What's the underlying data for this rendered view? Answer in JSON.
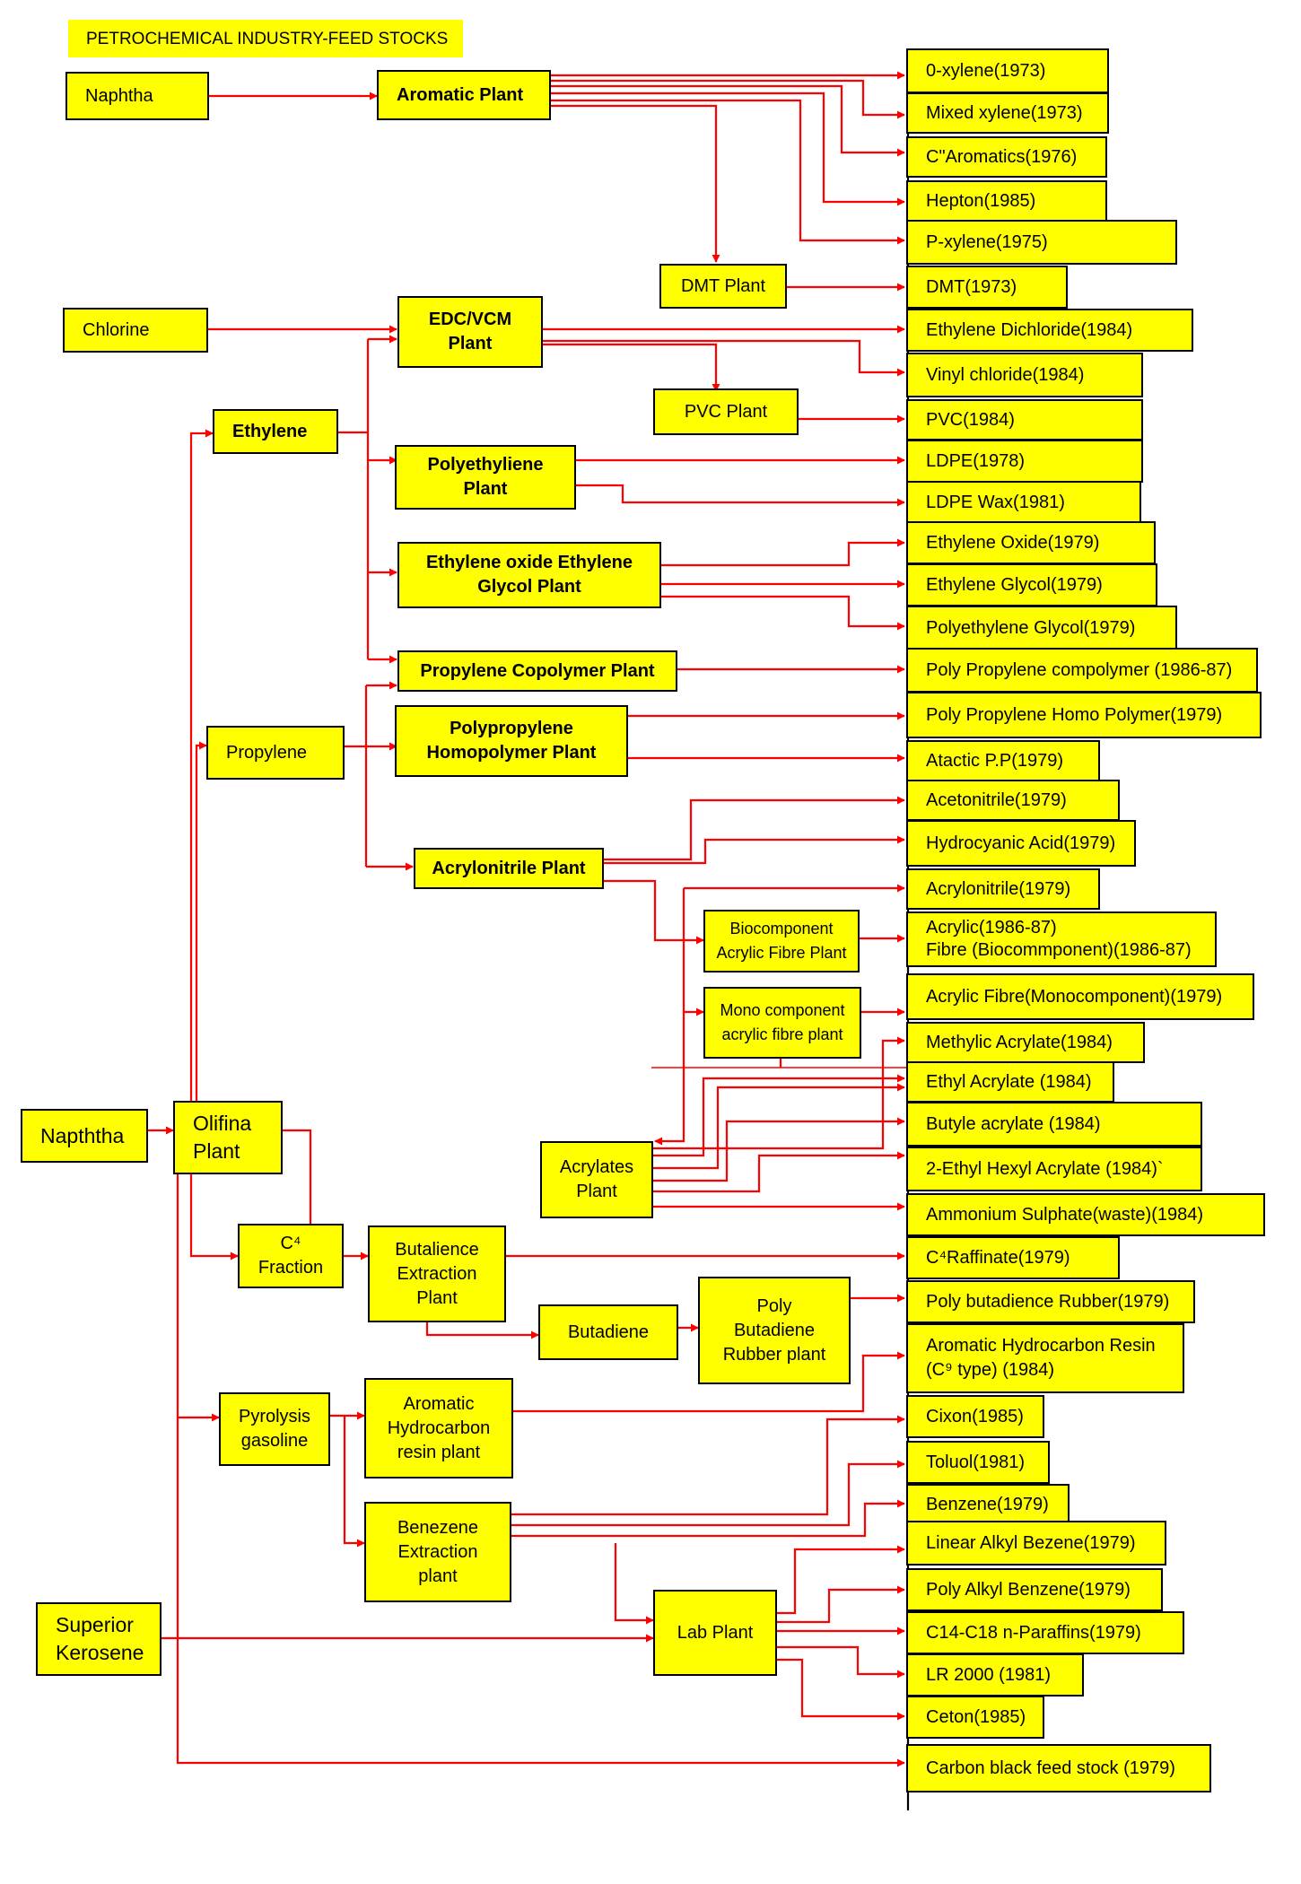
{
  "title": "PETROCHEMICAL INDUSTRY-FEED STOCKS",
  "colors": {
    "box_fill": "#ffff00",
    "arrow": "#ff0000",
    "border": "#000000"
  },
  "feedstocks": {
    "naphtha": "Naphtha",
    "chlorine": "Chlorine",
    "napththa": "Napththa",
    "superior_kerosene": "Superior\nKerosene"
  },
  "intermediates": {
    "ethylene": "Ethylene",
    "propylene": "Propylene",
    "olifina": "Olifina\nPlant",
    "c4_fraction": "C⁴\nFraction",
    "pyrolysis": "Pyrolysis\ngasoline",
    "butadiene": "Butadiene"
  },
  "plants": {
    "aromatic": "Aromatic Plant",
    "dmt": "DMT Plant",
    "edc_vcm": "EDC/VCM\nPlant",
    "pvc": "PVC Plant",
    "polyethylene": "Polyethyliene\nPlant",
    "eo_eg": "Ethylene oxide Ethylene\nGlycol Plant",
    "pp_copolymer": "Propylene Copolymer Plant",
    "pp_homopolymer": "Polypropylene\nHomopolymer Plant",
    "acrylonitrile": "Acrylonitrile Plant",
    "biocomponent": "Biocomponent\nAcrylic Fibre Plant",
    "monocomponent": "Mono component\nacrylic fibre plant",
    "acrylates": "Acrylates\nPlant",
    "butadiene_extraction": "Butalience\nExtraction\nPlant",
    "pb_rubber": "Poly\nButadiene\nRubber plant",
    "ahr_plant": "Aromatic\nHydrocarbon\nresin plant",
    "benzene_extraction": "Benezene\nExtraction\nplant",
    "lab": "Lab Plant"
  },
  "products": [
    "0-xylene(1973)",
    "Mixed xylene(1973)",
    "C\"Aromatics(1976)",
    "Hepton(1985)",
    "P-xylene(1975)",
    "DMT(1973)",
    "Ethylene Dichloride(1984)",
    "Vinyl chloride(1984)",
    "PVC(1984)",
    "LDPE(1978)",
    "LDPE Wax(1981)",
    "Ethylene Oxide(1979)",
    "Ethylene Glycol(1979)",
    "Polyethylene Glycol(1979)",
    "Poly Propylene compolymer (1986-87)",
    "Poly Propylene Homo Polymer(1979)",
    "Atactic P.P(1979)",
    "Acetonitrile(1979)",
    "Hydrocyanic Acid(1979)",
    "Acrylonitrile(1979)",
    "Acrylic(1986-87)\nFibre (Biocommponent)(1986-87)",
    "Acrylic Fibre(Monocomponent)(1979)",
    "Methylic Acrylate(1984)",
    "Ethyl Acrylate (1984)",
    "Butyle acrylate (1984)",
    "2-Ethyl  Hexyl Acrylate  (1984)`",
    "Ammonium Sulphate(waste)(1984)",
    "C⁴Raffinate(1979)",
    "Poly butadience Rubber(1979)",
    "Aromatic Hydrocarbon Resin\n(C⁹ type) (1984)",
    "Cixon(1985)",
    "Toluol(1981)",
    "Benzene(1979)",
    "Linear Alkyl Bezene(1979)",
    "Poly Alkyl Benzene(1979)",
    "C14-C18 n-Paraffins(1979)",
    "LR 2000 (1981)",
    "Ceton(1985)",
    "Carbon  black feed stock (1979)"
  ]
}
